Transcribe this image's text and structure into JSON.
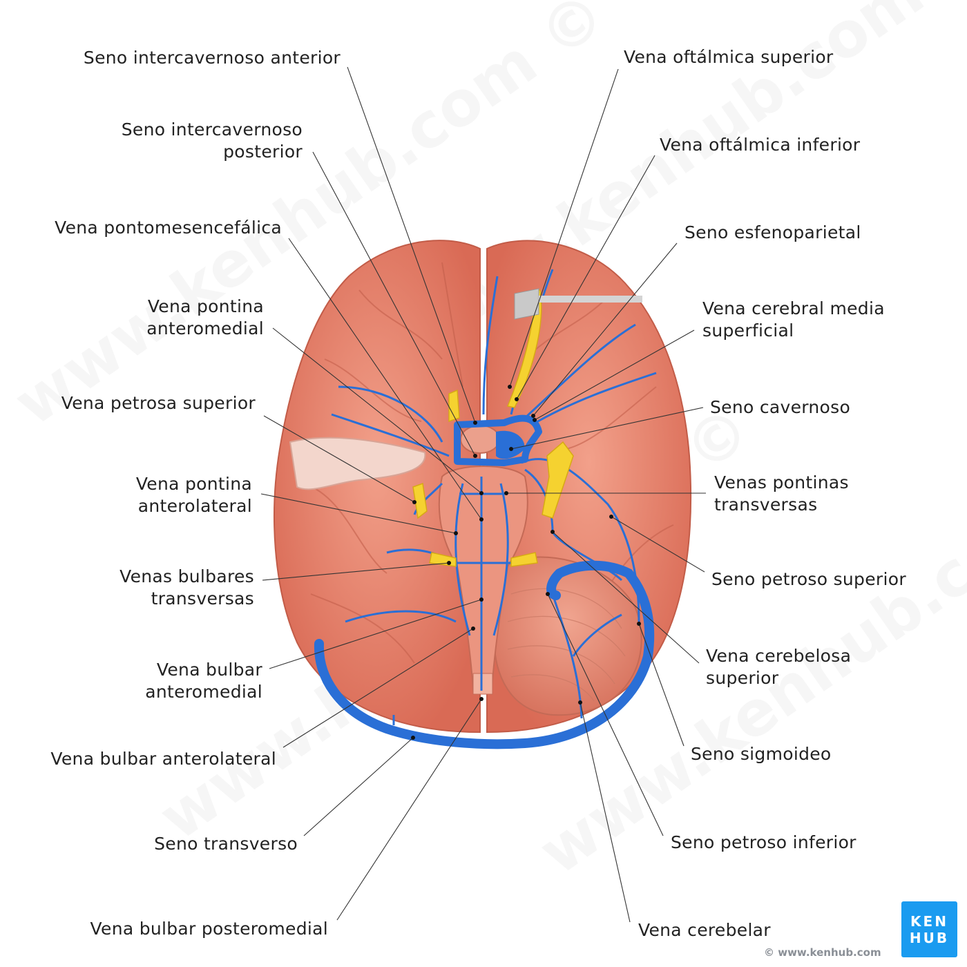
{
  "title": "Venas del tronco encefálico y senos de la base del cráneo",
  "labels_left": [
    {
      "id": "seno-intercavernoso-anterior",
      "lines": [
        "Seno intercavernoso anterior"
      ]
    },
    {
      "id": "seno-intercavernoso-posterior",
      "lines": [
        "Seno intercavernoso",
        "posterior"
      ]
    },
    {
      "id": "vena-pontomesencefalica",
      "lines": [
        "Vena pontomesencefálica"
      ]
    },
    {
      "id": "vena-pontina-anteromedial",
      "lines": [
        "Vena pontina",
        "anteromedial"
      ]
    },
    {
      "id": "vena-petrosa-superior",
      "lines": [
        "Vena petrosa superior"
      ]
    },
    {
      "id": "vena-pontina-anterolateral",
      "lines": [
        "Vena pontina",
        "anterolateral"
      ]
    },
    {
      "id": "venas-bulbares-transversas",
      "lines": [
        "Venas bulbares",
        "transversas"
      ]
    },
    {
      "id": "vena-bulbar-anteromedial",
      "lines": [
        "Vena bulbar",
        "anteromedial"
      ]
    },
    {
      "id": "vena-bulbar-anterolateral",
      "lines": [
        "Vena bulbar anterolateral"
      ]
    },
    {
      "id": "seno-transverso",
      "lines": [
        "Seno transverso"
      ]
    },
    {
      "id": "vena-bulbar-posteromedial",
      "lines": [
        "Vena bulbar posteromedial"
      ]
    }
  ],
  "labels_right": [
    {
      "id": "vena-oftalmica-superior",
      "lines": [
        "Vena oftálmica superior"
      ]
    },
    {
      "id": "vena-oftalmica-inferior",
      "lines": [
        "Vena oftálmica inferior"
      ]
    },
    {
      "id": "seno-esfenoparietal",
      "lines": [
        "Seno esfenoparietal"
      ]
    },
    {
      "id": "vena-cerebral-media-superficial",
      "lines": [
        "Vena cerebral media",
        "superficial"
      ]
    },
    {
      "id": "seno-cavernoso",
      "lines": [
        "Seno cavernoso"
      ]
    },
    {
      "id": "venas-pontinas-transversas",
      "lines": [
        "Venas pontinas",
        "transversas"
      ]
    },
    {
      "id": "seno-petroso-superior",
      "lines": [
        "Seno petroso superior"
      ]
    },
    {
      "id": "vena-cerebelosa-superior",
      "lines": [
        "Vena cerebelosa",
        "superior"
      ]
    },
    {
      "id": "seno-sigmoideo",
      "lines": [
        "Seno sigmoideo"
      ]
    },
    {
      "id": "seno-petroso-inferior",
      "lines": [
        "Seno petroso inferior"
      ]
    },
    {
      "id": "vena-cerebelar",
      "lines": [
        "Vena cerebelar"
      ]
    }
  ],
  "logo": {
    "line1": "KEN",
    "line2": "HUB"
  },
  "copyright": "© www.kenhub.com",
  "watermark": "www.kenhub.com ©",
  "colors": {
    "vein": "#2a6fd6",
    "brain": "#e8806a",
    "nerve": "#f5d230",
    "logo": "#1a9bf0"
  }
}
